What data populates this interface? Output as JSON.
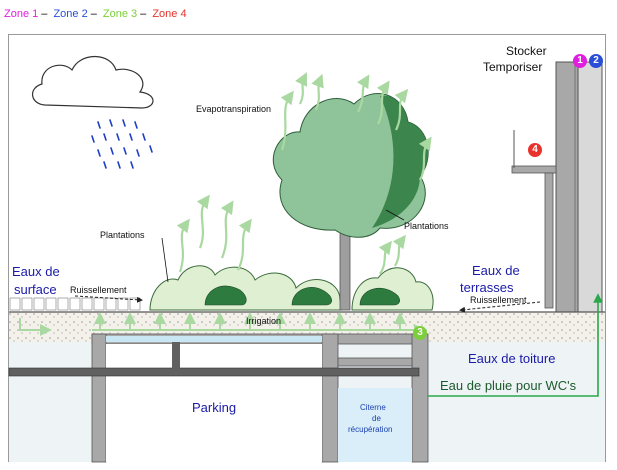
{
  "legend": {
    "zone1": "Zone 1",
    "zone2": "Zone 2",
    "zone3": "Zone 3",
    "zone4": "Zone 4",
    "sep": "–"
  },
  "labels": {
    "stocker": "Stocker",
    "temporiser": "Temporiser",
    "evapotranspiration": "Evapotranspiration",
    "plantations_left": "Plantations",
    "plantations_right": "Plantations",
    "eaux_de_surface_1": "Eaux de",
    "eaux_de_surface_2": "surface",
    "ruissellement_left": "Ruissellement",
    "eaux_de_terrasses_1": "Eaux de",
    "eaux_de_terrasses_2": "terrasses",
    "ruissellement_right": "Ruissellement",
    "irrigation": "Irrigation",
    "eaux_de_toiture": "Eaux de toiture",
    "eau_de_pluie_wc": "Eau de pluie pour WC's",
    "parking": "Parking",
    "citerne_1": "Citerne",
    "citerne_2": "de",
    "citerne_3": "récupération"
  },
  "badges": {
    "b1": "1",
    "b2": "2",
    "b3": "3",
    "b4": "4"
  },
  "colors": {
    "zone1": "#e01ee0",
    "zone2": "#2a4fd6",
    "zone3": "#7ccf3c",
    "zone4": "#e8322b",
    "concrete": "#a8a8a8",
    "soil": "#f4f1e6",
    "arrow_green": "#a9d8a0",
    "tree": "#4f9a63",
    "rain": "#1e3fc8",
    "pipe_green": "#2aa84a"
  }
}
